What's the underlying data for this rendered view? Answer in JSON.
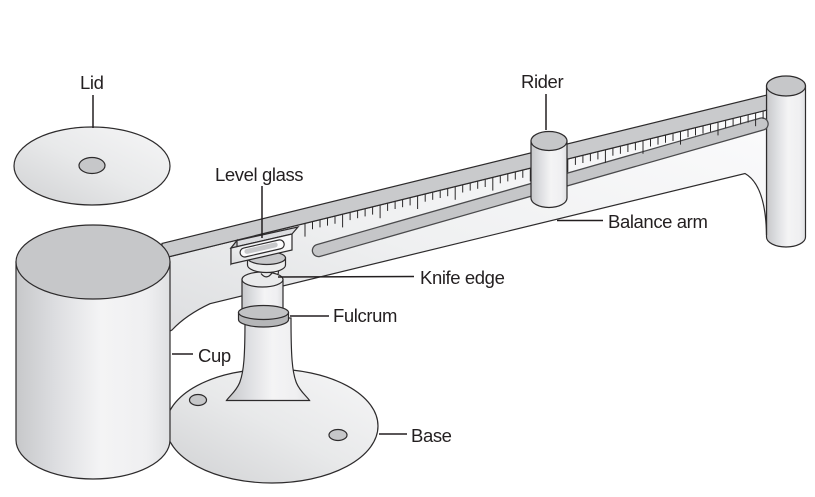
{
  "diagram": {
    "labels": {
      "lid": "Lid",
      "level_glass": "Level glass",
      "rider": "Rider",
      "balance_arm": "Balance arm",
      "knife_edge": "Knife edge",
      "fulcrum": "Fulcrum",
      "cup": "Cup",
      "base": "Base"
    },
    "colors": {
      "outline": "#2d2b2c",
      "label_text": "#231f20",
      "metal_light": "#f4f4f5",
      "metal_mid": "#c9cacc",
      "metal_dark": "#b5b6b8",
      "background": "#ffffff"
    }
  }
}
